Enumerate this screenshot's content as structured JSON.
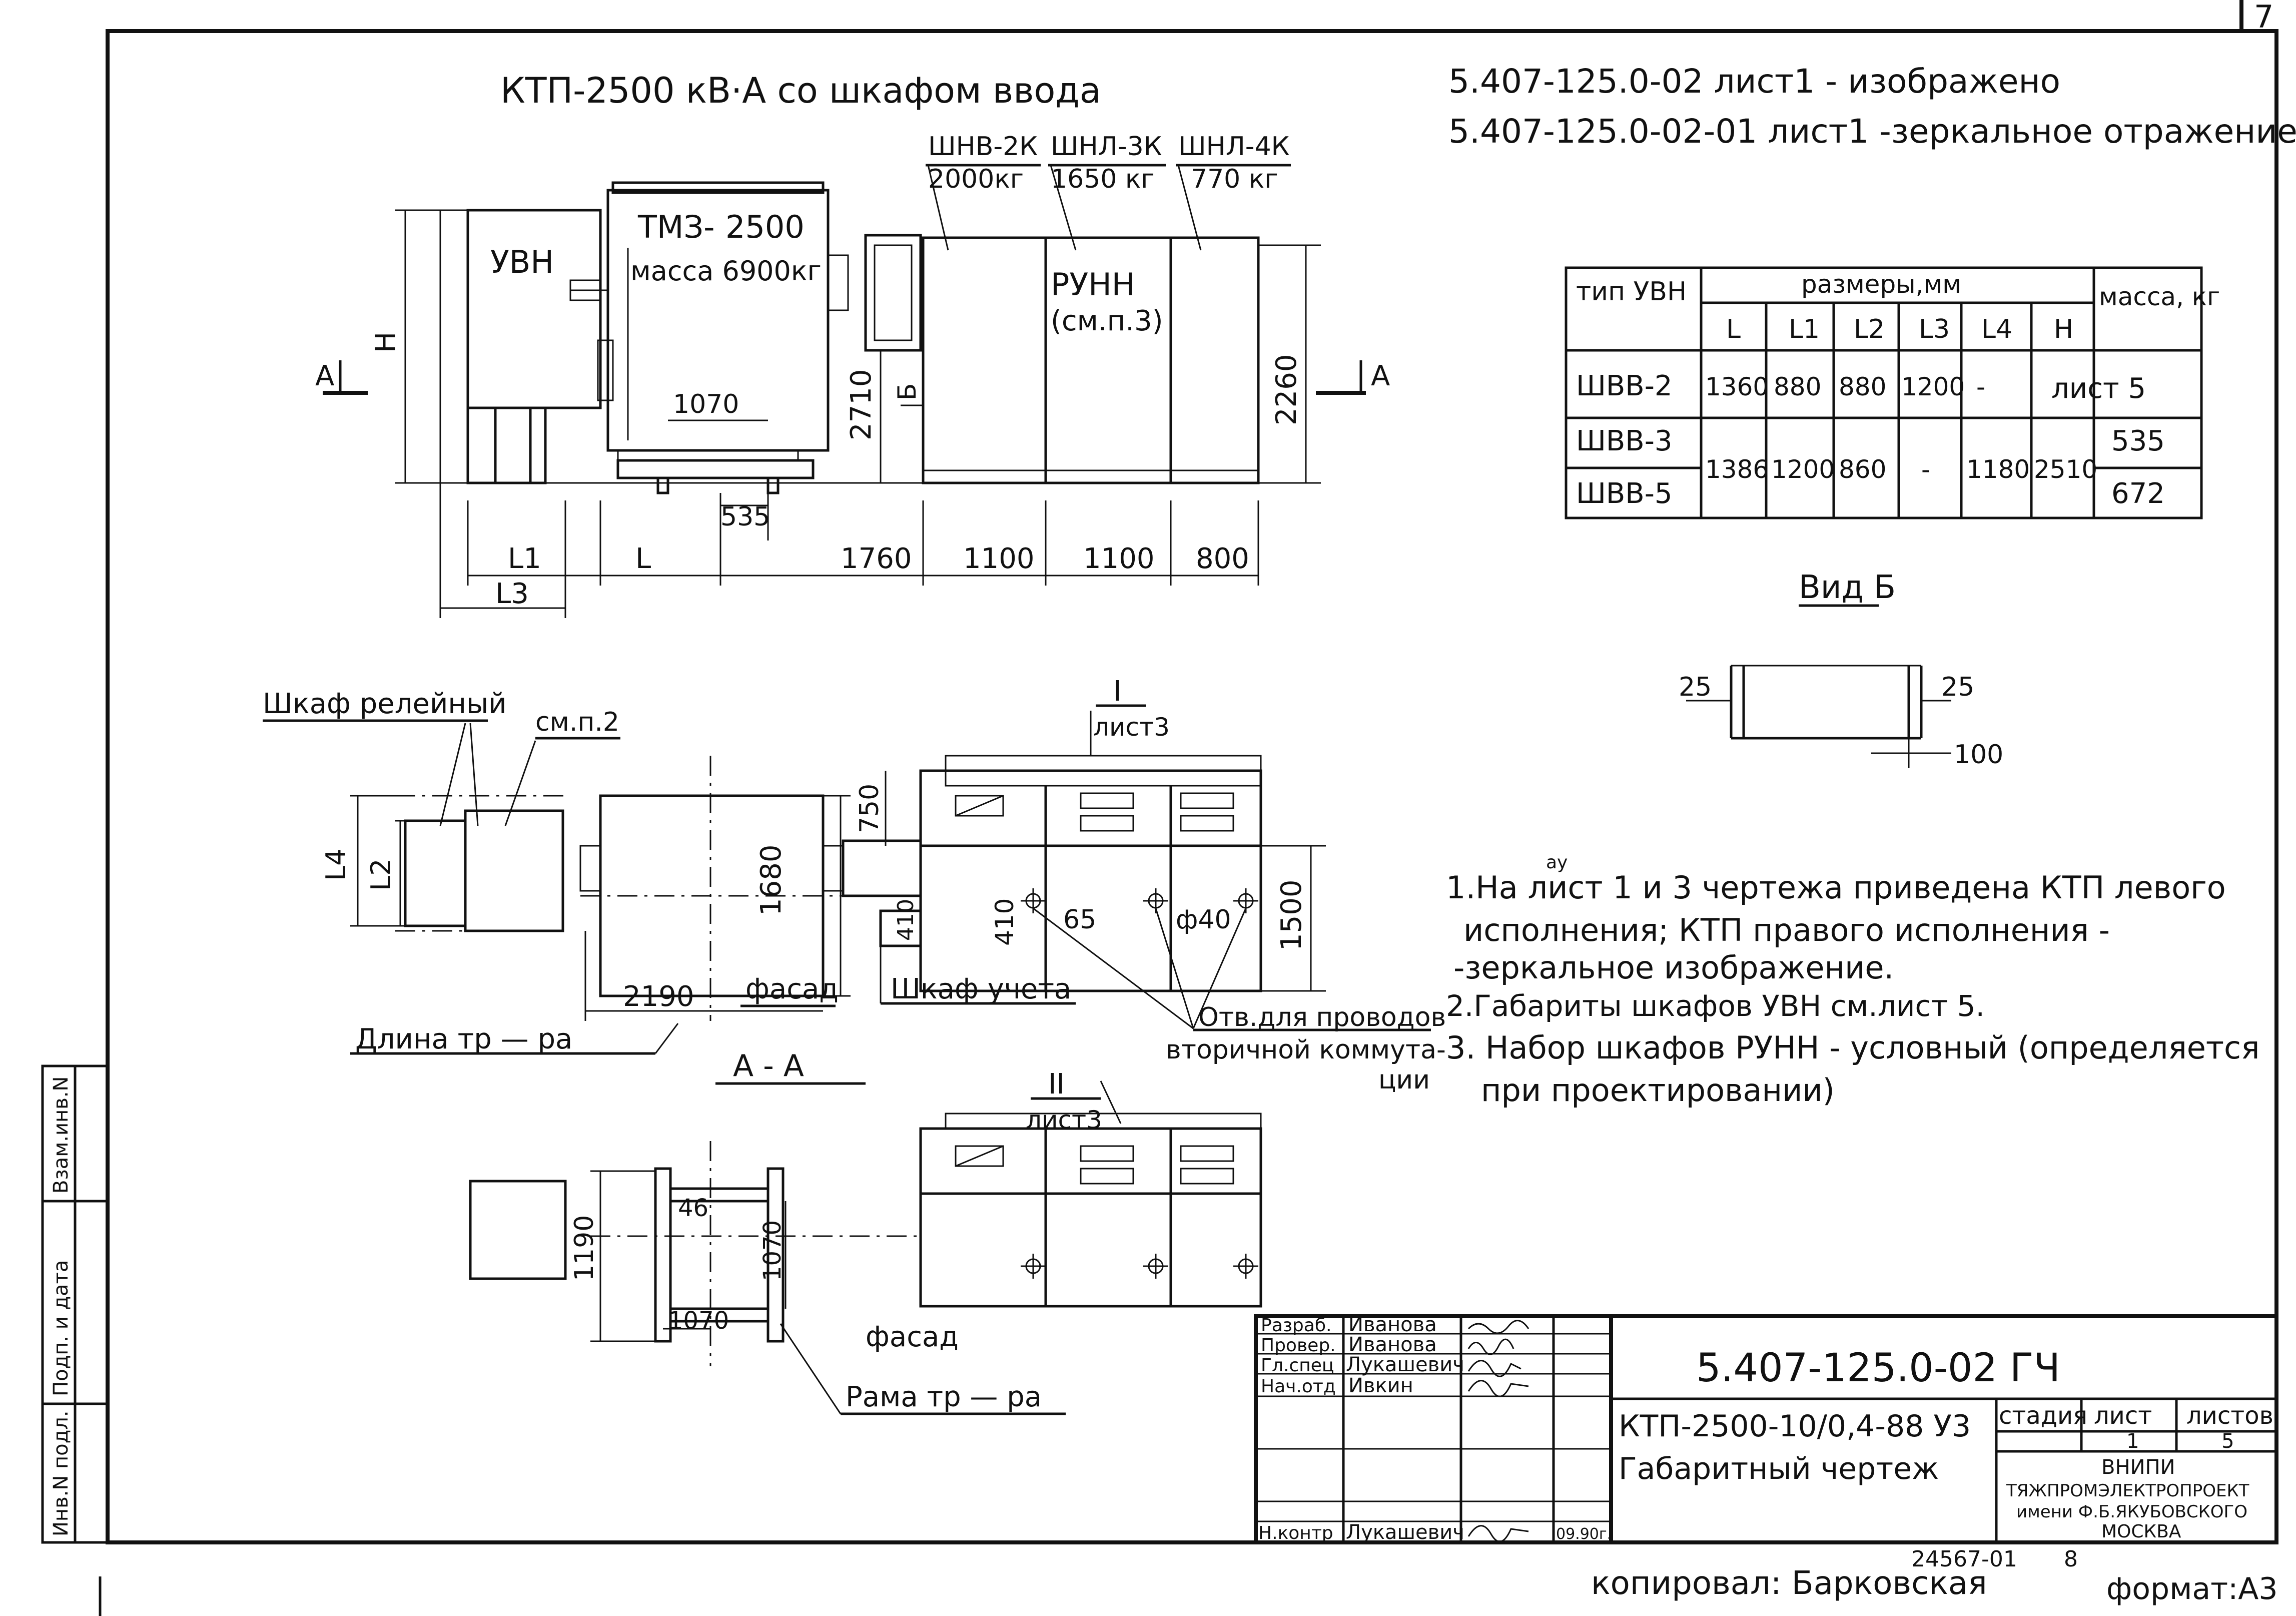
{
  "page_number": "7",
  "title_main": "КТП-2500 кВ·А со шкафом ввода",
  "doc_refs": [
    "5.407-125.0-02 лист1 - изображено",
    "5.407-125.0-02-01 лист1 -зеркальное отражение"
  ],
  "cabinets": [
    {
      "name": "ШНВ-2К",
      "mass": "2000кг"
    },
    {
      "name": "ШНЛ-3К",
      "mass": "1650 кг"
    },
    {
      "name": "ШНЛ-4К",
      "mass": "770 кг"
    }
  ],
  "front_view": {
    "uvn_label": "УВН",
    "trans_label1": "ТМЗ-",
    "trans_label2": "2500",
    "trans_mass": "масса 6900кг",
    "runn_label": "РУНН",
    "runn_ref": "(см.п.3)",
    "dim_H": "Н",
    "dim_2710": "2710",
    "dim_2260": "2260",
    "dim_1070": "1070",
    "dim_535": "535",
    "dim_L1": "L1",
    "dim_L": "L",
    "dim_L3": "L3",
    "dim_1760": "1760",
    "dim_1100a": "1100",
    "dim_1100b": "1100",
    "dim_800": "800",
    "section_A_left": "А",
    "section_A_right": "А",
    "view_B_arrow": "Б"
  },
  "table": {
    "col_type": "тип УВН",
    "col_sizes": "размеры,мм",
    "col_mass": "масса, кг",
    "sub_headers": [
      "L",
      "L1",
      "L2",
      "L3",
      "L4",
      "Н"
    ],
    "rows": [
      {
        "type": "ШВВ-2",
        "L": "1360",
        "L1": "880",
        "L2": "880",
        "L3": "1200",
        "L4": "-",
        "H_mass": "лист 5"
      },
      {
        "type": "ШВВ-3",
        "L": "1386",
        "L1": "1200",
        "L2": "860",
        "L3": "-",
        "L4": "1180",
        "H": "2510",
        "mass": "535"
      },
      {
        "type": "ШВВ-5",
        "mass": "672"
      }
    ]
  },
  "view_b": {
    "title": "Вид Б",
    "dim_25a": "25",
    "dim_25b": "25",
    "dim_100": "100"
  },
  "plan_view": {
    "relay_cabinet": "Шкаф релейный",
    "see_p2": "см.п.2",
    "callout_I": "I",
    "callout_I_sheet": "лист3",
    "dim_750": "750",
    "dim_1680": "1680",
    "dim_1500": "1500",
    "dim_410a": "410",
    "dim_410b": "410",
    "dim_65": "65",
    "dim_phi40": "ф40",
    "dim_L4": "L4",
    "dim_L2": "L2",
    "dim_2190": "2190",
    "facade": "фасад",
    "meter_cabinet": "Шкаф учета",
    "trans_length": "Длина тр — ра",
    "section_label": "А - А",
    "holes1": "Отв.для проводов",
    "holes2": "вторичной коммута-",
    "holes3": "ции"
  },
  "notes": [
    "1.На лист 1 и 3 чертежа приведена КТП левого",
    "исполнения; КТП правого исполнения -",
    "-зеркальное изображение.",
    "2.Габариты шкафов УВН см.лист 5.",
    "3. Набор шкафов РУНН - условный (определяется",
    "при проектировании)"
  ],
  "notes_marker": "ау",
  "frame_view": {
    "callout_II": "II",
    "callout_II_sheet": "лист3",
    "dim_46": "46",
    "dim_1190": "1190",
    "dim_1070v": "1070",
    "dim_1070h": "1070",
    "facade": "фасад",
    "frame_label": "Рама тр — ра"
  },
  "stamp": {
    "roles": [
      "Разраб.",
      "Провер.",
      "Гл.спец",
      "Нач.отд",
      "",
      "",
      "Н.контр"
    ],
    "names": [
      "Иванова",
      "Иванова",
      "Лукашевич",
      "Ивкин",
      "",
      "",
      "Лукашевич"
    ],
    "date": "09.90г.",
    "doc_code": "5.407-125.0-02 ГЧ",
    "product": "КТП-2500-10/0,4-88 У3",
    "drawing_title": "Габаритный чертеж",
    "stage_label": "стадия",
    "sheet_label": "лист",
    "sheets_label": "листов",
    "sheet_no": "1",
    "sheets_count": "5",
    "org1": "ВНИПИ",
    "org2": "ТЯЖПРОМЭЛЕКТРОПРОЕКТ",
    "org3": "имени Ф.Б.ЯКУБОВСКОГО",
    "org4": "МОСКВА"
  },
  "side_stamp": [
    "Взам.инв.N",
    "Подп. и дата",
    "Инв.N подл."
  ],
  "bottom": {
    "copied": "копировал: Барковская",
    "archive_no": "24567-01",
    "archive_sheet": "8",
    "format": "формат:А3"
  }
}
